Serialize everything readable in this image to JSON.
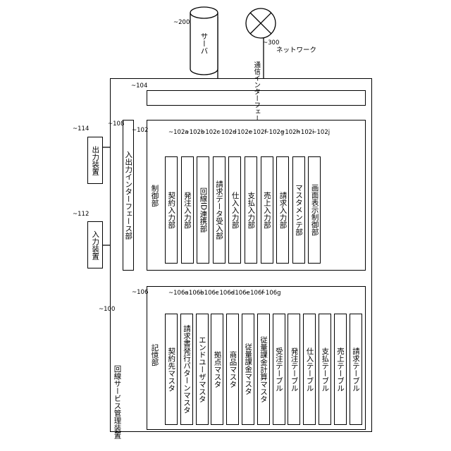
{
  "server": {
    "ref": "200",
    "label": "サーバ"
  },
  "network": {
    "ref": "300",
    "label": "ネットワーク"
  },
  "system": {
    "ref": "100",
    "label": "回線サービス管理装置"
  },
  "comm_if": {
    "ref": "104",
    "label": "通信インターフェース部"
  },
  "io_if": {
    "ref": "108",
    "label": "入出力インターフェース部"
  },
  "output_device": {
    "ref": "114",
    "label": "出力装置"
  },
  "input_device": {
    "ref": "112",
    "label": "入力装置"
  },
  "control": {
    "ref": "102",
    "label": "制御部",
    "units": [
      {
        "ref": "102a",
        "label": "契約入力部"
      },
      {
        "ref": "102b",
        "label": "発注入力部"
      },
      {
        "ref": "102c",
        "label": "回線ID連携部"
      },
      {
        "ref": "102d",
        "label": "請求データ受入部"
      },
      {
        "ref": "102e",
        "label": "仕入入力部"
      },
      {
        "ref": "102f",
        "label": "支払入力部"
      },
      {
        "ref": "102g",
        "label": "売上入力部"
      },
      {
        "ref": "102h",
        "label": "請求入力部"
      },
      {
        "ref": "102i",
        "label": "マスタメンテ部"
      },
      {
        "ref": "102j",
        "label": "画面表示制御部"
      }
    ]
  },
  "storage": {
    "ref": "106",
    "label": "記憶部",
    "units": [
      {
        "ref": "106a",
        "label": "契約先マスタ"
      },
      {
        "ref": "106b",
        "label": "請求書発行パターンマスタ"
      },
      {
        "ref": "106c",
        "label": "エンドユーザマスタ"
      },
      {
        "ref": "106d",
        "label": "拠点マスタ"
      },
      {
        "ref": "106e",
        "label": "商品マスタ"
      },
      {
        "ref": "106f",
        "label": "従量課金マスタ"
      },
      {
        "ref": "106g",
        "label": "従量課金計算マスタ"
      },
      {
        "ref": "",
        "label": "受注テーブル"
      },
      {
        "ref": "",
        "label": "発注テーブル"
      },
      {
        "ref": "",
        "label": "仕入テーブル"
      },
      {
        "ref": "",
        "label": "支払テーブル"
      },
      {
        "ref": "",
        "label": "売上テーブル"
      },
      {
        "ref": "",
        "label": "請求テーブル"
      }
    ]
  }
}
